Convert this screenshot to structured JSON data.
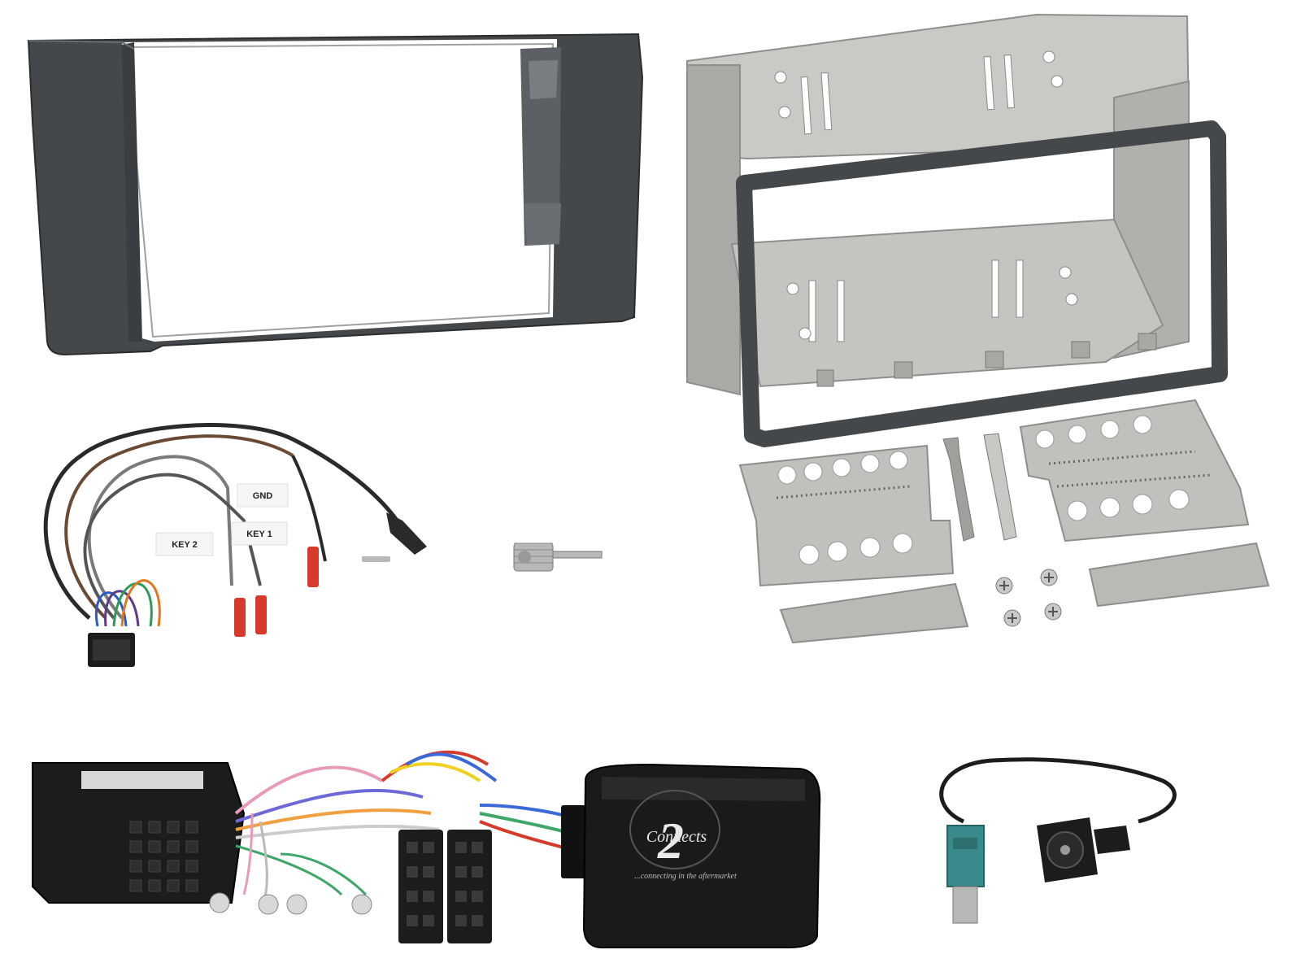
{
  "wire_labels": {
    "gnd": "GND",
    "key1": "KEY 1",
    "key2": "KEY 2"
  },
  "interface_box": {
    "logo_number": "2",
    "logo_text": "Connects",
    "tagline": "...connecting in the aftermarket"
  },
  "colors": {
    "fascia": "#45484b",
    "metal": "#b8b9b6",
    "metal_dark": "#8e8f8c",
    "connector_black": "#1c1c1c",
    "fakra_teal": "#3a8a8c",
    "plug_red": "#d63a2a"
  }
}
